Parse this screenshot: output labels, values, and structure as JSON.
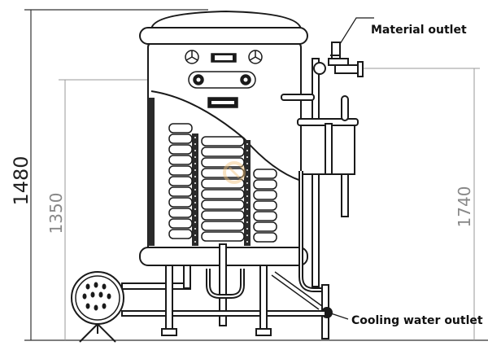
{
  "labels": {
    "material_outlet": "Material outlet",
    "cooling_water_outlet": "Cooling water outlet"
  },
  "dimensions": {
    "overall_height": "1480",
    "inner_height": "1350",
    "outlet_height": "1740"
  },
  "colors": {
    "line": "#1a1a1a",
    "dimension_line": "#888888",
    "coil_dark": "#2a2a2a",
    "watermark": "#f3c27a"
  }
}
